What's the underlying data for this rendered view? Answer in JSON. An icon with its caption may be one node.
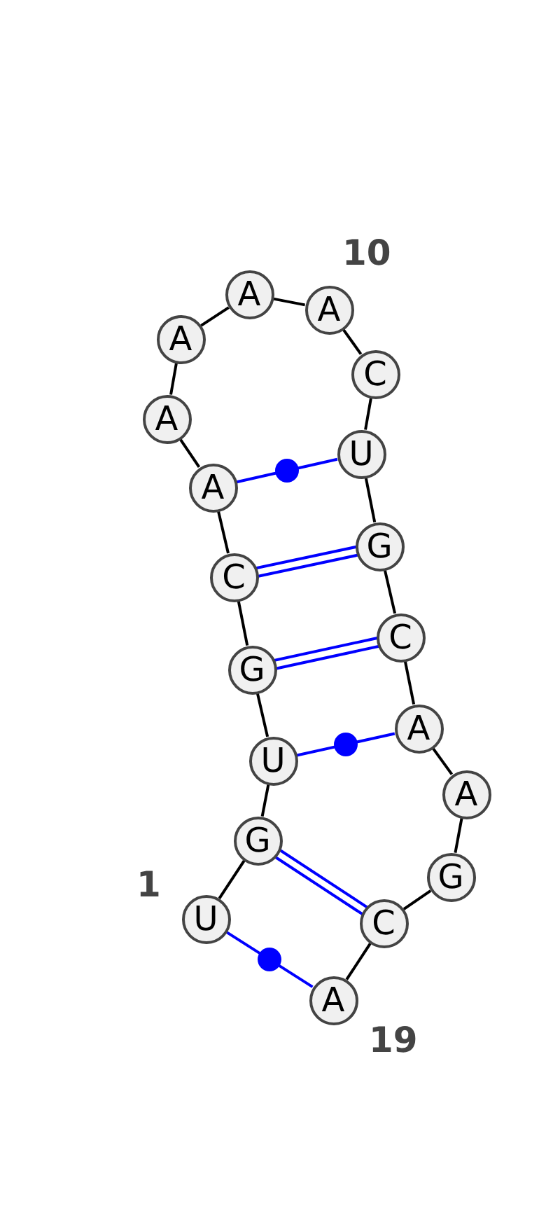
{
  "diagram": {
    "nodes": [
      {
        "text": [
          "U"
        ]
      },
      {
        "text": [
          "G"
        ]
      },
      {
        "text": [
          "U"
        ]
      },
      {
        "text": [
          "G"
        ]
      },
      {
        "text": [
          "C"
        ]
      },
      {
        "text": [
          "A"
        ]
      },
      {
        "text": [
          "A"
        ]
      },
      {
        "text": [
          "A"
        ]
      },
      {
        "text": [
          "A"
        ]
      },
      {
        "text": [
          "A"
        ]
      },
      {
        "text": [
          "C"
        ]
      },
      {
        "text": [
          "U"
        ]
      },
      {
        "text": [
          "G"
        ]
      },
      {
        "text": [
          "C"
        ]
      },
      {
        "text": [
          "A"
        ]
      },
      {
        "text": [
          "A"
        ]
      },
      {
        "text": [
          "G"
        ]
      },
      {
        "text": [
          "C"
        ]
      },
      {
        "text": [
          "A"
        ]
      }
    ],
    "edges": [
      {
        "from": 0,
        "to": 1,
        "arrow": "none"
      },
      {
        "from": 1,
        "to": 2,
        "arrow": "none"
      },
      {
        "from": 2,
        "to": 3,
        "arrow": "none"
      },
      {
        "from": 3,
        "to": 4,
        "arrow": "none"
      },
      {
        "from": 4,
        "to": 5,
        "arrow": "none"
      },
      {
        "from": 5,
        "to": 6,
        "arrow": "none"
      },
      {
        "from": 6,
        "to": 7,
        "arrow": "none"
      },
      {
        "from": 7,
        "to": 8,
        "arrow": "none"
      },
      {
        "from": 8,
        "to": 9,
        "arrow": "none"
      },
      {
        "from": 9,
        "to": 10,
        "arrow": "none"
      },
      {
        "from": 10,
        "to": 11,
        "arrow": "none"
      },
      {
        "from": 11,
        "to": 12,
        "arrow": "none"
      },
      {
        "from": 12,
        "to": 13,
        "arrow": "none"
      },
      {
        "from": 13,
        "to": 14,
        "arrow": "none"
      },
      {
        "from": 14,
        "to": 15,
        "arrow": "none"
      },
      {
        "from": 15,
        "to": 16,
        "arrow": "none"
      },
      {
        "from": 16,
        "to": 17,
        "arrow": "none"
      },
      {
        "from": 17,
        "to": 18,
        "arrow": "none"
      },
      {
        "from": 0,
        "to": 18,
        "arrow": "none",
        "color": "#0000ff"
      },
      {
        "from": 1,
        "to": 17,
        "arrow": "none",
        "color": "#0000ff"
      },
      {
        "from": 2,
        "to": 14,
        "arrow": "none",
        "color": "#0000ff"
      },
      {
        "from": 3,
        "to": 13,
        "arrow": "none",
        "color": "#0000ff"
      },
      {
        "from": 4,
        "to": 12,
        "arrow": "none",
        "color": "#0000ff"
      },
      {
        "from": 5,
        "to": 11,
        "arrow": "none",
        "color": "#0000ff"
      }
    ],
    "labels": [
      "10",
      "1",
      "19"
    ]
  }
}
